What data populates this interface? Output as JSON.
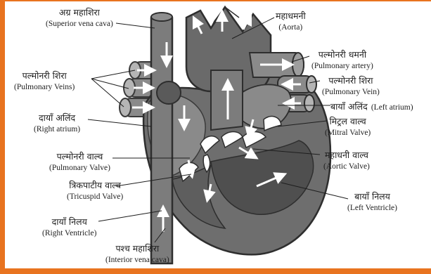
{
  "labels": {
    "superior_vena_cava": {
      "hi": "अग्र महाशिरा",
      "en": "(Superior vena cava)"
    },
    "aorta": {
      "hi": "महाधमनी",
      "en": "(Aorta)"
    },
    "pulmonary_artery": {
      "hi": "पल्मोनरी धमनी",
      "en": "(Pulmonary artery)"
    },
    "pulmonary_veins_left": {
      "hi": "पल्मोनरी शिरा",
      "en": "(Pulmonary Veins)"
    },
    "pulmonary_vein_right": {
      "hi": "पल्मोनरी शिरा",
      "en": "(Pulmonary Vein)"
    },
    "left_atrium": {
      "hi": "बायाँ अलिंद",
      "en": "(Left atrium)"
    },
    "right_atrium": {
      "hi": "दायाँ अलिंद",
      "en": "(Right atrium)"
    },
    "mitral_valve": {
      "hi": "मिट्रल वाल्व",
      "en": "(Mitral Valve)"
    },
    "pulmonary_valve": {
      "hi": "पल्मोनरी वाल्व",
      "en": "(Pulmonary Valve)"
    },
    "aortic_valve": {
      "hi": "महाधनी वाल्व",
      "en": "(Aortic Valve)"
    },
    "tricuspid_valve": {
      "hi": "त्रिकपाटीय वाल्व",
      "en": "(Tricuspid Valve)"
    },
    "left_ventricle": {
      "hi": "बायाँ निलय",
      "en": "(Left Ventricle)"
    },
    "right_ventricle": {
      "hi": "दायाँ निलय",
      "en": "(Right Ventricle)"
    },
    "inferior_vena_cava": {
      "hi": "पश्च महाशिरा",
      "en": "(Interior vena cava)"
    }
  },
  "colors": {
    "frame": "#e8731f",
    "heart_outer": "#6e6e6e",
    "heart_dark": "#4a4a4a",
    "heart_light": "#8a8a8a",
    "vessel": "#7c7c7c",
    "arrow": "#ffffff"
  }
}
